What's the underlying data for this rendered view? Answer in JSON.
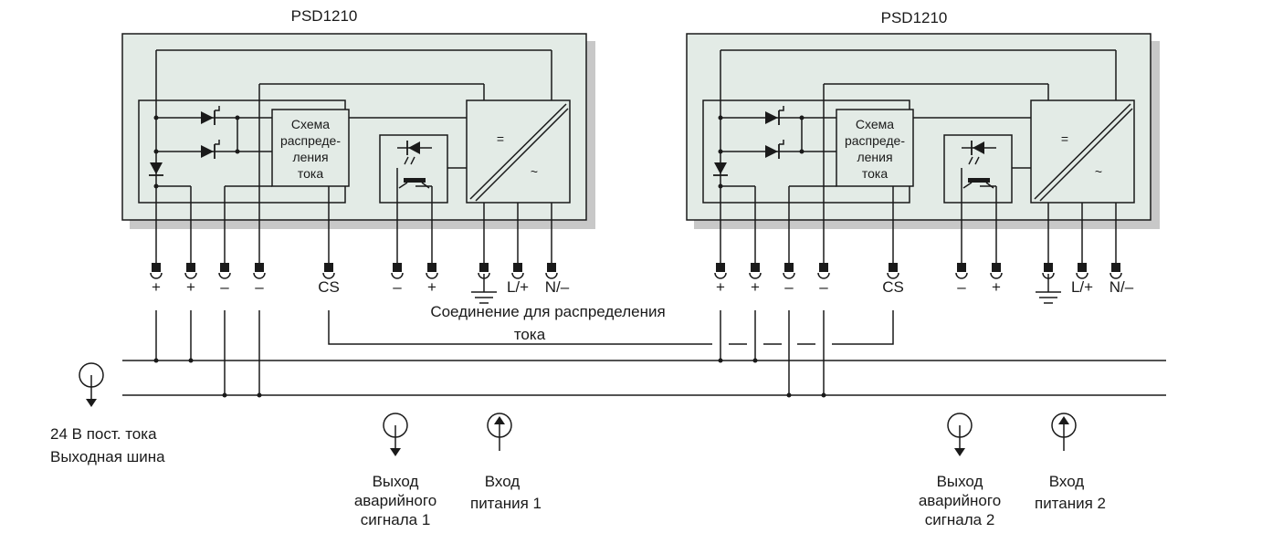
{
  "modules": [
    {
      "title": "PSD1210",
      "block_label": [
        "Схема",
        "распреде-",
        "ления",
        "тока"
      ],
      "converter": {
        "top_symbol": "=",
        "bottom_symbol": "~"
      },
      "terminals": [
        "+",
        "+",
        "–",
        "–",
        "CS",
        "–",
        "+",
        "",
        "L/+",
        "N/–"
      ]
    },
    {
      "title": "PSD1210",
      "block_label": [
        "Схема",
        "распреде-",
        "ления",
        "тока"
      ],
      "converter": {
        "top_symbol": "=",
        "bottom_symbol": "~"
      },
      "terminals": [
        "+",
        "+",
        "–",
        "–",
        "CS",
        "–",
        "+",
        "",
        "L/+",
        "N/–"
      ]
    }
  ],
  "load_sharing_label": [
    "Соединение для распределения",
    "тока"
  ],
  "bus_label": [
    "24 В пост. тока",
    "Выходная шина"
  ],
  "alarm_outputs": [
    [
      "Выход",
      "аварийного",
      "сигнала 1"
    ],
    [
      "Выход",
      "аварийного",
      "сигнала 2"
    ]
  ],
  "power_inputs": [
    [
      "Вход",
      "питания 1"
    ],
    [
      "Вход",
      "питания 2"
    ]
  ],
  "colors": {
    "module_fill": "#e3ebe6",
    "shadow": "#c8c8c8",
    "line": "#1a1a1a"
  }
}
